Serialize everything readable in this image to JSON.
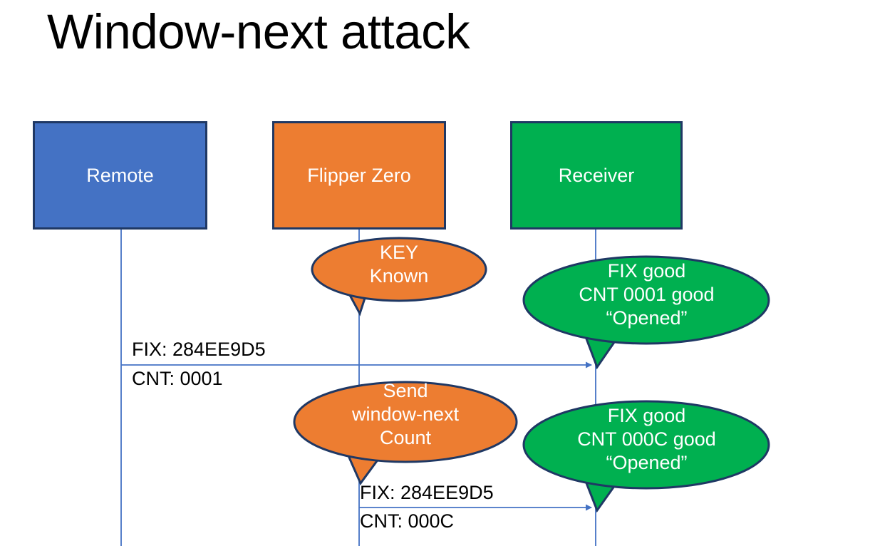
{
  "slide": {
    "title": "Window-next attack",
    "background": "#ffffff"
  },
  "colors": {
    "remote": "#4472C4",
    "flipper": "#ED7D31",
    "receiver": "#00B050",
    "outline": "#1F3864",
    "lifeline": "#4472C4",
    "arrow": "#4472C4",
    "label_text": "#000000",
    "box_text": "#FFFFFF"
  },
  "actors": [
    {
      "id": "remote",
      "label": "Remote"
    },
    {
      "id": "flipper",
      "label": "Flipper Zero"
    },
    {
      "id": "receiver",
      "label": "Receiver"
    }
  ],
  "callouts": [
    {
      "id": "key-known",
      "owner": "flipper",
      "fill": "#ED7D31",
      "text": "KEY\nKnown"
    },
    {
      "id": "fix-good-0001",
      "owner": "receiver",
      "fill": "#00B050",
      "text": "FIX good\nCNT 0001 good\n“Opened”"
    },
    {
      "id": "send-window-next",
      "owner": "flipper",
      "fill": "#ED7D31",
      "text": "Send\nwindow-next\nCount"
    },
    {
      "id": "fix-good-000C",
      "owner": "receiver",
      "fill": "#00B050",
      "text": "FIX good\nCNT 000C good\n“Opened”"
    }
  ],
  "messages": [
    {
      "id": "msg-remote-to-receiver",
      "from": "remote",
      "to": "receiver",
      "fix_label": "FIX: 284EE9D5",
      "cnt_label": "CNT: 0001"
    },
    {
      "id": "msg-flipper-to-receiver",
      "from": "flipper",
      "to": "receiver",
      "fix_label": "FIX: 284EE9D5",
      "cnt_label": "CNT: 000C"
    }
  ]
}
